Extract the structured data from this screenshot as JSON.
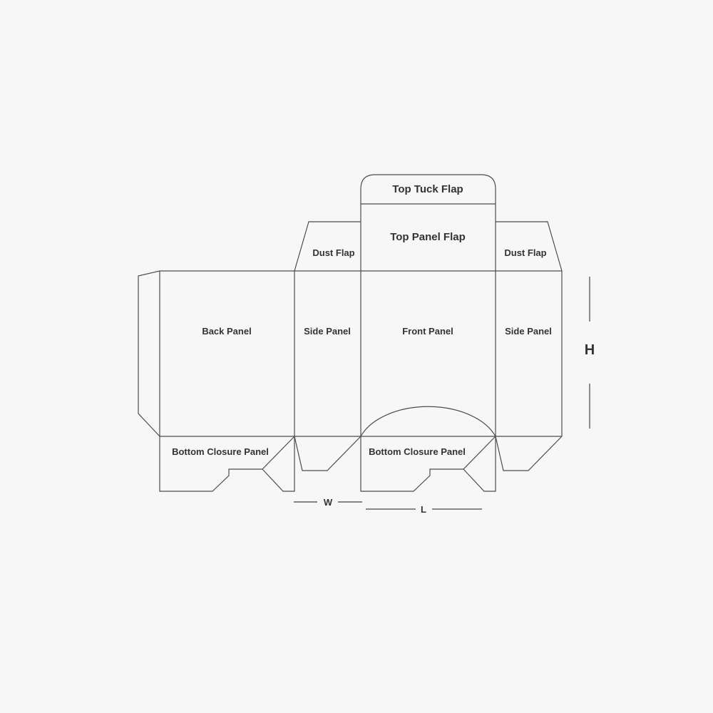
{
  "diagram": {
    "colors": {
      "background": "#f7f7f7",
      "line": "#4d4d4d",
      "text": "#333333"
    },
    "labels": {
      "top_tuck_flap": "Top Tuck Flap",
      "top_panel_flap": "Top Panel Flap",
      "dust_flap_left": "Dust Flap",
      "dust_flap_right": "Dust Flap",
      "back_panel": "Back Panel",
      "side_panel_left": "Side Panel",
      "front_panel": "Front Panel",
      "side_panel_right": "Side Panel",
      "bottom_closure_left": "Bottom Closure Panel",
      "bottom_closure_right": "Bottom Closure Panel"
    },
    "dimensions": {
      "height": "H",
      "width": "W",
      "length": "L"
    }
  }
}
